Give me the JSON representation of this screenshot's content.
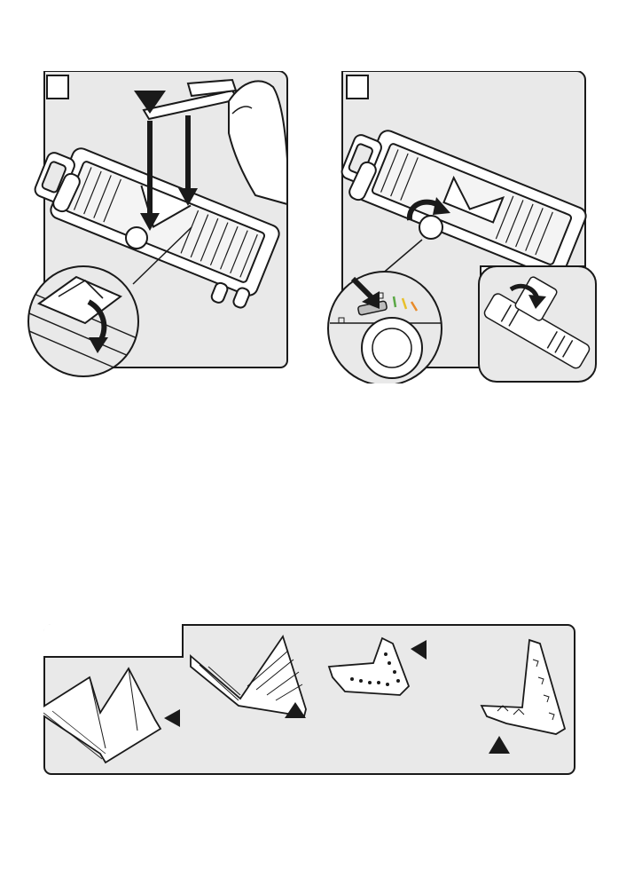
{
  "colors": {
    "panel_fill": "#e9e9e9",
    "line": "#1a1a1a",
    "indicator_green": "#5aa845",
    "indicator_yellow": "#e8c02a",
    "indicator_orange": "#e88a2a"
  },
  "steps": [
    {
      "number": "",
      "description": ""
    },
    {
      "number": "",
      "description": ""
    }
  ],
  "blade_section": {
    "label": "",
    "blades": [
      {
        "icon": "v-blade-straight-icon",
        "arrow": "left"
      },
      {
        "icon": "v-blade-julienne-icon",
        "arrow": "up"
      },
      {
        "icon": "v-blade-waffle-icon",
        "arrow": "left"
      },
      {
        "icon": "v-blade-crinkle-icon",
        "arrow": "up"
      }
    ]
  }
}
